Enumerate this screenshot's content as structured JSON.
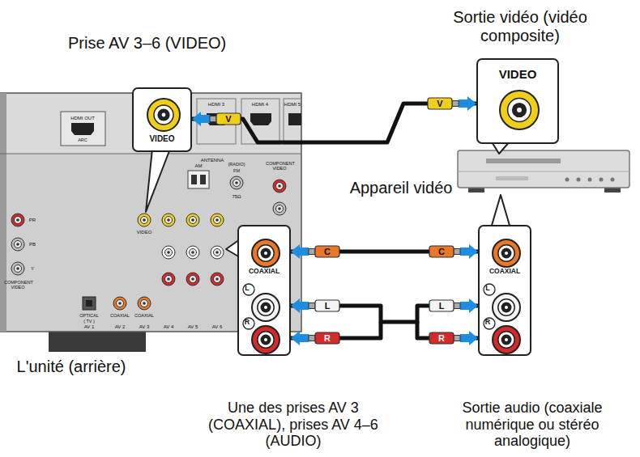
{
  "diagram": {
    "nodes": [
      {
        "text": [
          "Prise AV 3–6 (VIDEO)",
          "VIDEO"
        ]
      },
      {
        "text": [
          "Sortie vidéo (vidéo composite)",
          "VIDEO"
        ]
      },
      {
        "text": [
          "Une des prises AV 3 (COAXIAL), prises AV 4–6 (AUDIO)",
          "COAXIAL",
          "L",
          "R"
        ]
      },
      {
        "text": [
          "Sortie audio (coaxiale numérique ou stéréo analogique)",
          "COAXIAL",
          "L",
          "R"
        ]
      }
    ],
    "edges": [
      {
        "from": 0,
        "to": 1,
        "arrow": "both"
      },
      {
        "from": 2,
        "to": 3,
        "arrow": "both"
      },
      {
        "from": 2,
        "to": 3,
        "arrow": "both"
      }
    ],
    "labels": [
      "Appareil vidéo",
      "L'unité (arrière)",
      "V",
      "V",
      "C",
      "C",
      "L",
      "L",
      "R",
      "R",
      "HDMI OUT",
      "ARC",
      "HDMI 3",
      "HDMI 4",
      "HDMI 5",
      "ANTENNA",
      "AM",
      "(RADIO)",
      "FM",
      "75Ω",
      "COMPONENT VIDEO",
      "COMPONENT VIDEO",
      "PR",
      "PB",
      "Y",
      "VIDEO",
      "OPTICAL",
      "( TV )",
      "AV 1",
      "COAXIAL",
      "AV 2",
      "COAXIAL",
      "AV 3",
      "AV 4",
      "AV 5",
      "AV 6"
    ]
  }
}
